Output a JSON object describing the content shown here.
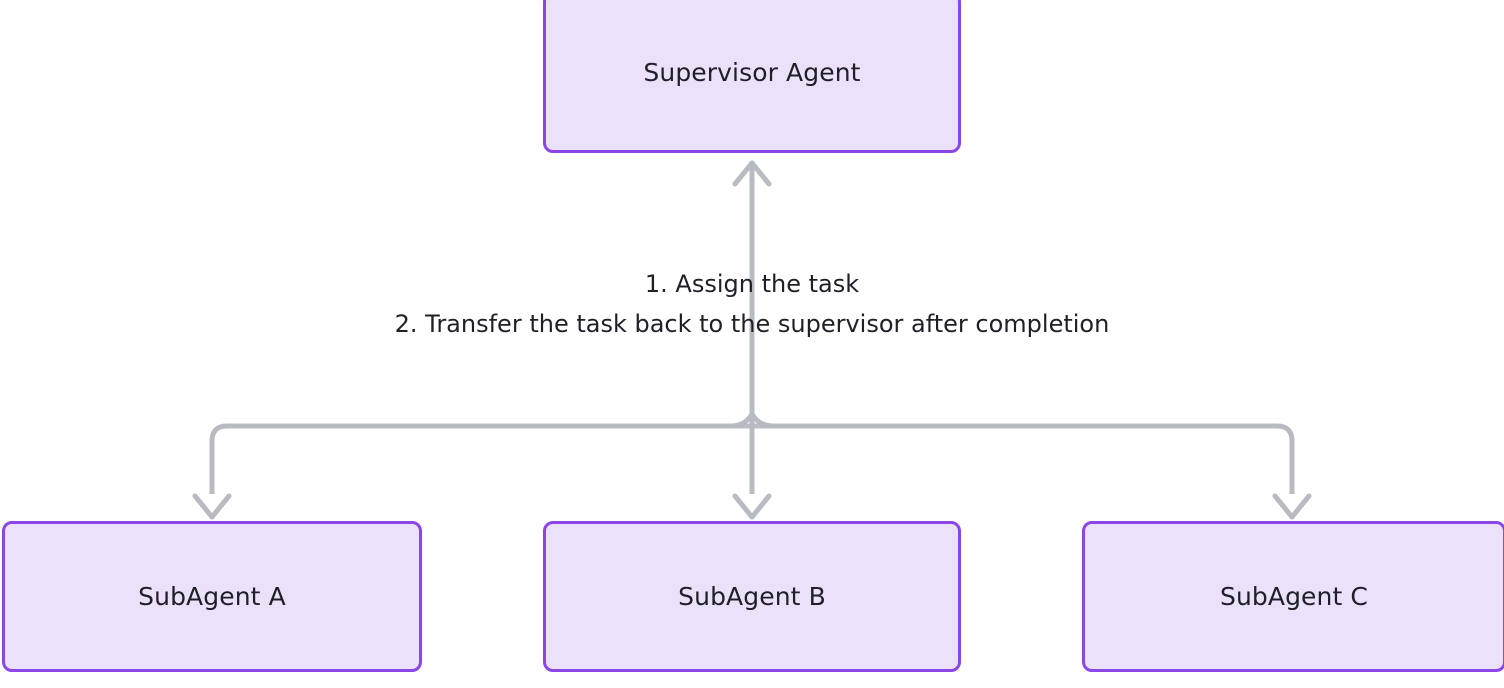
{
  "diagram": {
    "type": "supervisor-multi-agent-flow",
    "background_color": "#ffffff",
    "node_fill_color": "#ece1fb",
    "node_border_color": "#8b46e8",
    "edge_color": "#b8bcc2",
    "text_color": "#1f1f28",
    "nodes": [
      {
        "id": "supervisor",
        "label": "Supervisor Agent",
        "role": "supervisor"
      },
      {
        "id": "subagent-a",
        "label": "SubAgent A",
        "role": "worker"
      },
      {
        "id": "subagent-b",
        "label": "SubAgent B",
        "role": "worker"
      },
      {
        "id": "subagent-c",
        "label": "SubAgent C",
        "role": "worker"
      }
    ],
    "edge_label": {
      "lines": [
        "1. Assign the task",
        "2. Transfer the task back to the supervisor after completion"
      ],
      "text": "1. Assign the task\n2. Transfer the task back to the supervisor after completion"
    },
    "edges": [
      {
        "from": "junction",
        "to": "supervisor",
        "direction": "up",
        "arrowhead": "chevron"
      },
      {
        "from": "junction",
        "to": "subagent-a",
        "direction": "down",
        "arrowhead": "chevron"
      },
      {
        "from": "junction",
        "to": "subagent-b",
        "direction": "down",
        "arrowhead": "chevron"
      },
      {
        "from": "junction",
        "to": "subagent-c",
        "direction": "down",
        "arrowhead": "chevron"
      }
    ]
  }
}
